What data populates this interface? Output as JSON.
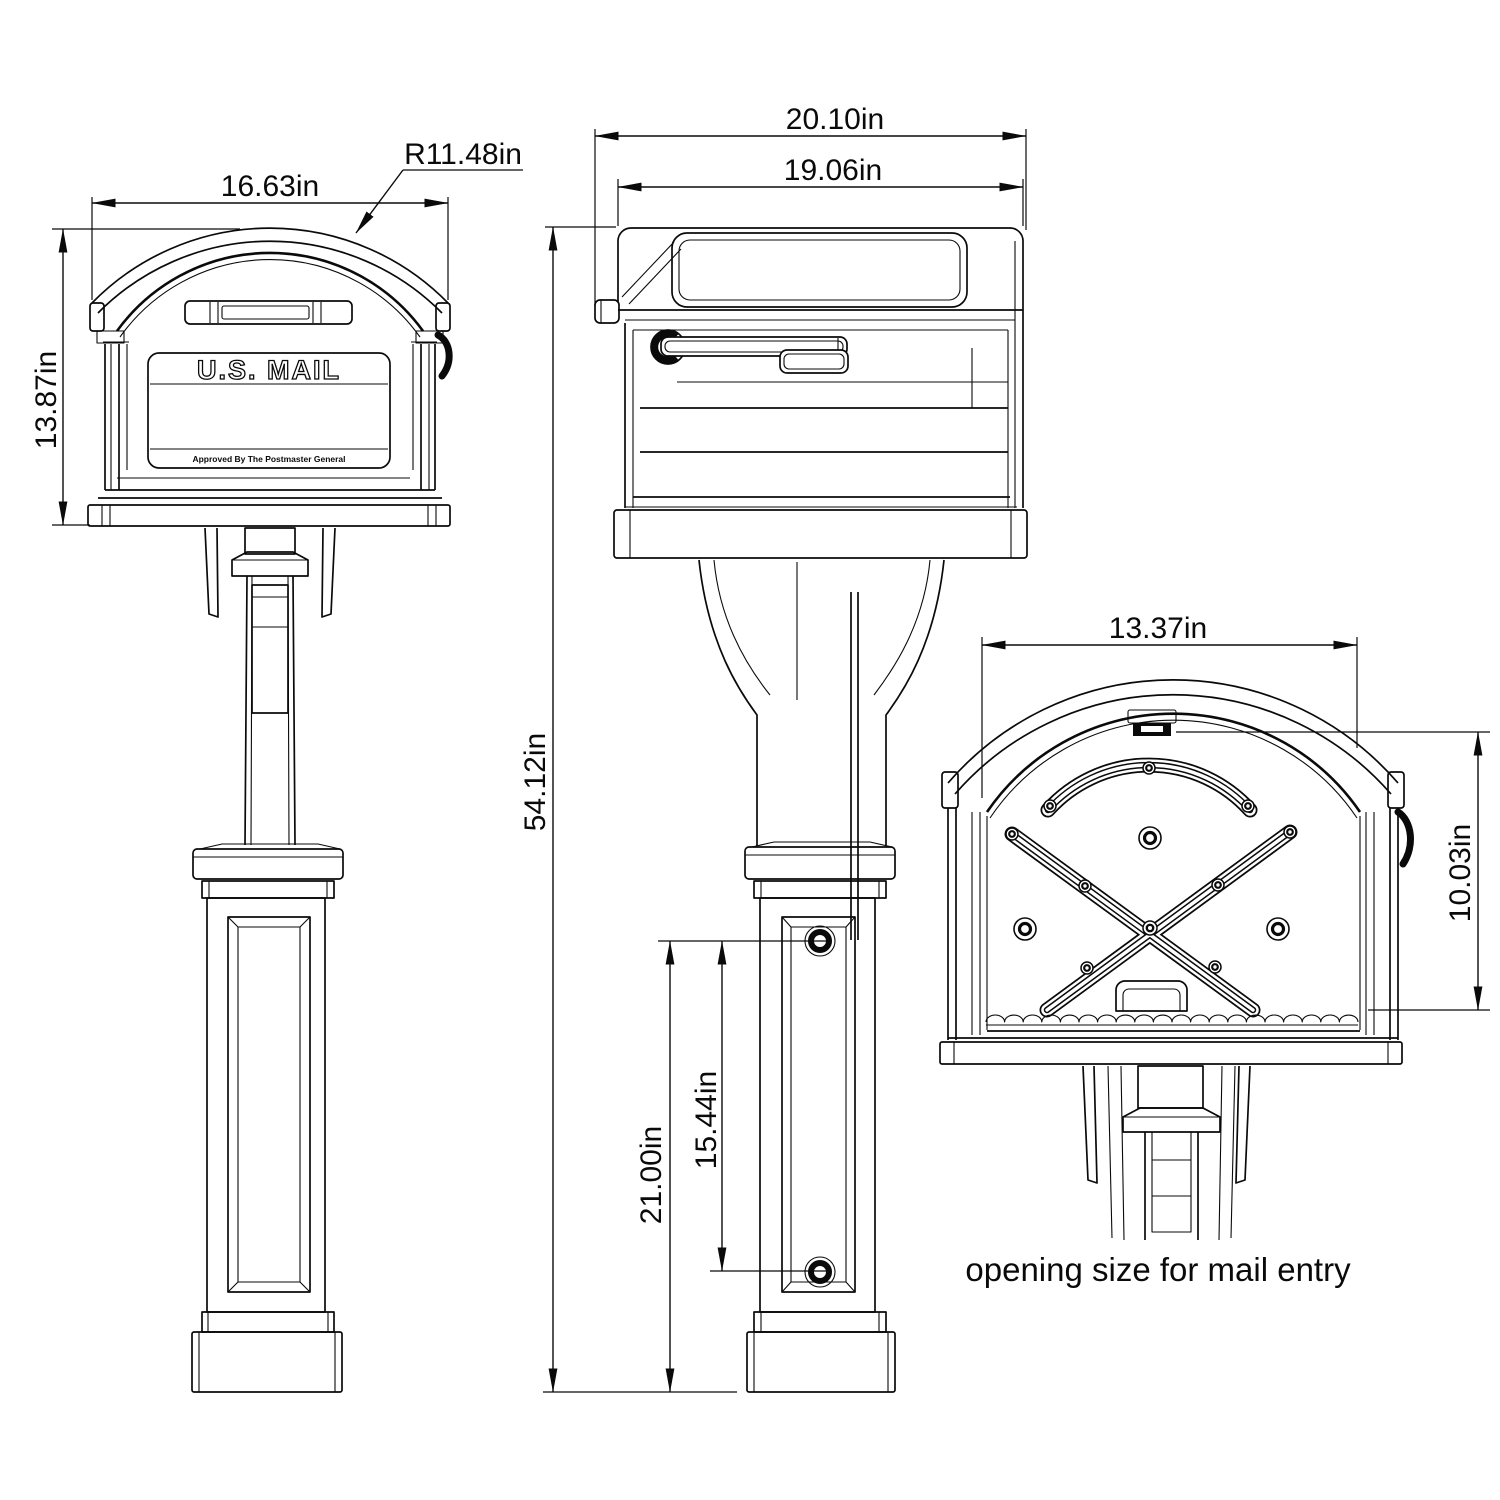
{
  "drawing_type": "mailbox and post technical drawing, three orthographic views",
  "colors": {
    "line": "#0a0a0a",
    "background": "#ffffff"
  },
  "texts": {
    "us_mail": "U.S. MAIL",
    "approved": "Approved By The Postmaster General",
    "caption": "opening size for mail entry"
  },
  "dimensions": {
    "front_width": "16.63in",
    "front_radius": "R11.48in",
    "front_height": "13.87in",
    "side_overall_width": "20.10in",
    "side_inner_width": "19.06in",
    "overall_height": "54.12in",
    "post_hole_to_ground": "21.00in",
    "post_hole_spacing": "15.44in",
    "opening_width": "13.37in",
    "opening_height": "10.03in"
  }
}
